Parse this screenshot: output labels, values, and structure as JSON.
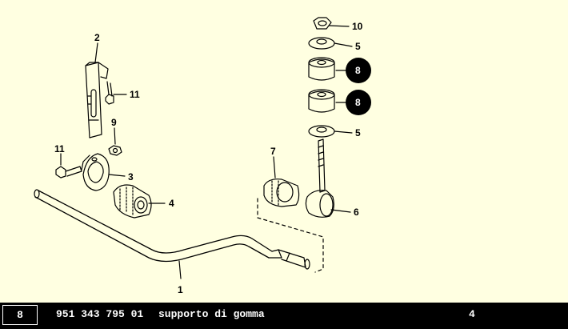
{
  "diagram": {
    "callouts": [
      {
        "id": "c1",
        "text": "1"
      },
      {
        "id": "c2",
        "text": "2"
      },
      {
        "id": "c3",
        "text": "3"
      },
      {
        "id": "c4",
        "text": "4"
      },
      {
        "id": "c5a",
        "text": "5"
      },
      {
        "id": "c5b",
        "text": "5"
      },
      {
        "id": "c6",
        "text": "6"
      },
      {
        "id": "c7",
        "text": "7"
      },
      {
        "id": "c8a",
        "text": "8"
      },
      {
        "id": "c8b",
        "text": "8"
      },
      {
        "id": "c9",
        "text": "9"
      },
      {
        "id": "c10",
        "text": "10"
      },
      {
        "id": "c11a",
        "text": "11"
      },
      {
        "id": "c11b",
        "text": "11"
      }
    ],
    "highlighted_callout": "8",
    "colors": {
      "background": "#ffffe1",
      "line": "#000000",
      "highlight": "#000000"
    }
  },
  "footer": {
    "item_number": "8",
    "part_number": "951 343 795 01",
    "description": "supporto di gomma",
    "quantity": "4"
  }
}
